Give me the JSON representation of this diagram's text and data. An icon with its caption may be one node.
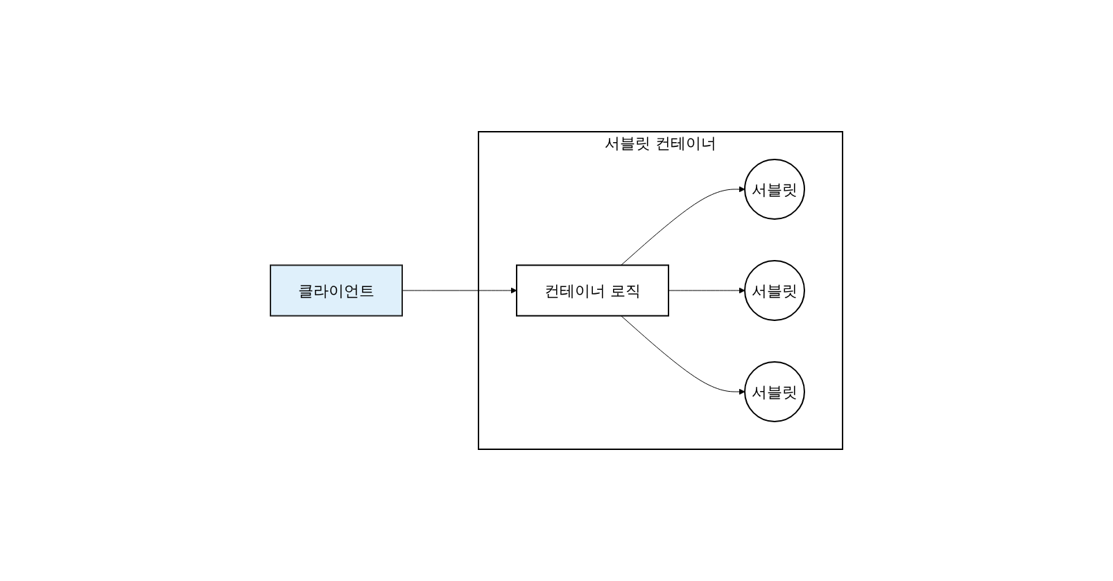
{
  "diagram": {
    "nodes": [
      {
        "text": [
          "클라이언트"
        ]
      },
      {
        "text": [
          "서블릿 컨테이너"
        ]
      },
      {
        "text": [
          "컨테이너 로직"
        ],
        "in": 1
      },
      {
        "text": [
          "서블릿"
        ],
        "in": 1
      },
      {
        "text": [
          "서블릿"
        ],
        "in": 1
      },
      {
        "text": [
          "서블릿"
        ],
        "in": 1
      }
    ],
    "edges": [
      {
        "from": 0,
        "to": 2,
        "arrow": "to"
      },
      {
        "from": 2,
        "to": 3,
        "arrow": "to"
      },
      {
        "from": 2,
        "to": 4,
        "arrow": "to"
      },
      {
        "from": 2,
        "to": 5,
        "arrow": "to"
      }
    ]
  }
}
